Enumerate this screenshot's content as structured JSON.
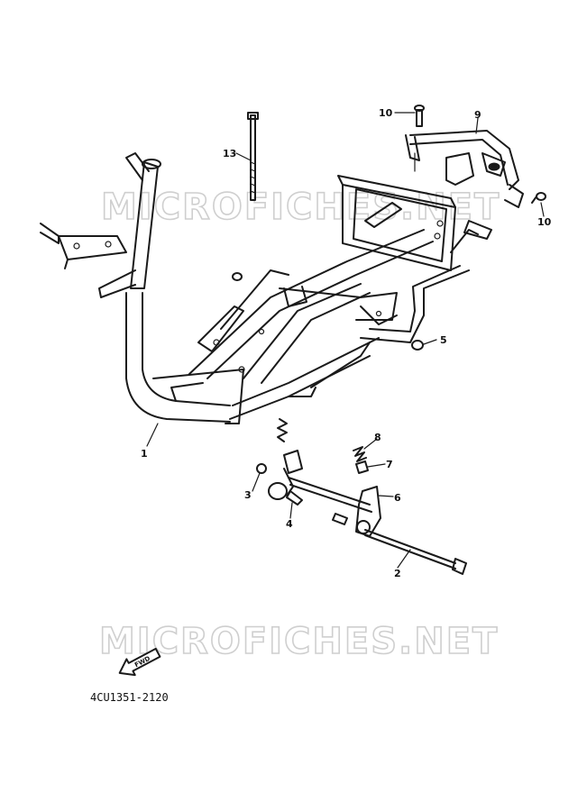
{
  "watermark": "MICROFICHES.NET",
  "figure_code": "4CU1351-2120",
  "direction_label": "FWD",
  "callouts": {
    "c1": "1",
    "c2": "2",
    "c3": "3",
    "c4": "4",
    "c5": "5",
    "c6": "6",
    "c7": "7",
    "c8": "8",
    "c9": "9",
    "c10a": "10",
    "c10b": "10",
    "c13": "13"
  }
}
